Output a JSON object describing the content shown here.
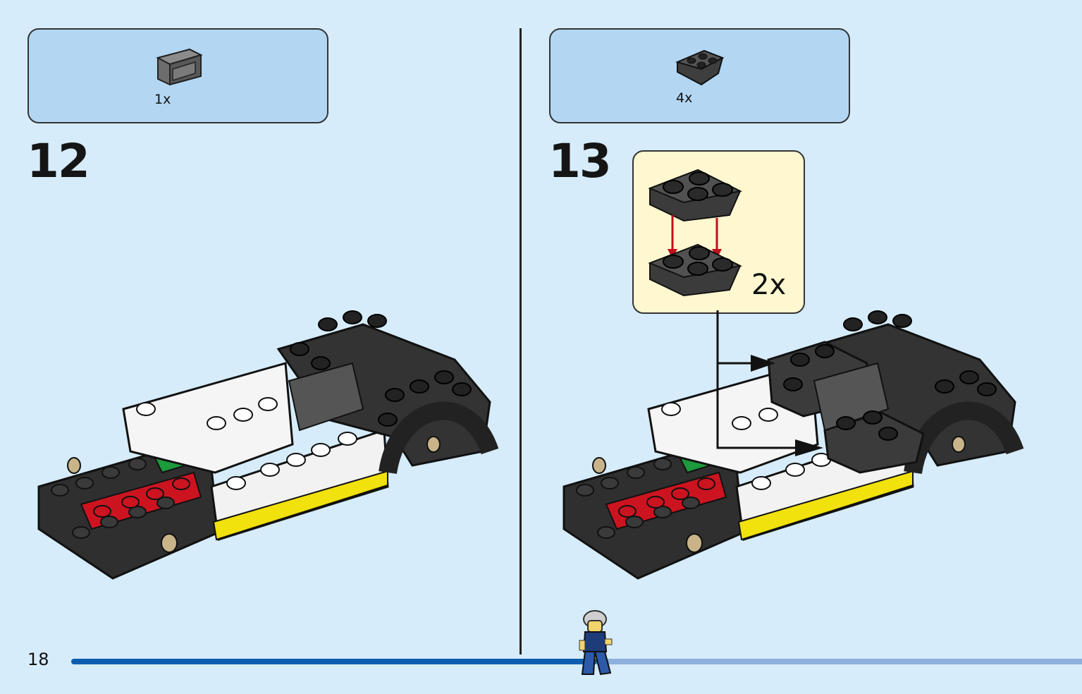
{
  "page": {
    "number": "18"
  },
  "steps": [
    {
      "number": "12",
      "part_qty": "1x",
      "part_icon": "panel-piece-icon"
    },
    {
      "number": "13",
      "part_qty": "4x",
      "part_icon": "wedge-plate-icon"
    }
  ],
  "callout": {
    "qty": "2x",
    "icon": "stack-wedge-plates-icon"
  },
  "progress": {
    "fraction": 0.52
  },
  "colors": {
    "background": "#d6ecfa",
    "parts_box": "#b3d7f3",
    "callout": "#fff7cf",
    "progress_done": "#0a5db0",
    "progress_rest": "#8db0dd"
  }
}
